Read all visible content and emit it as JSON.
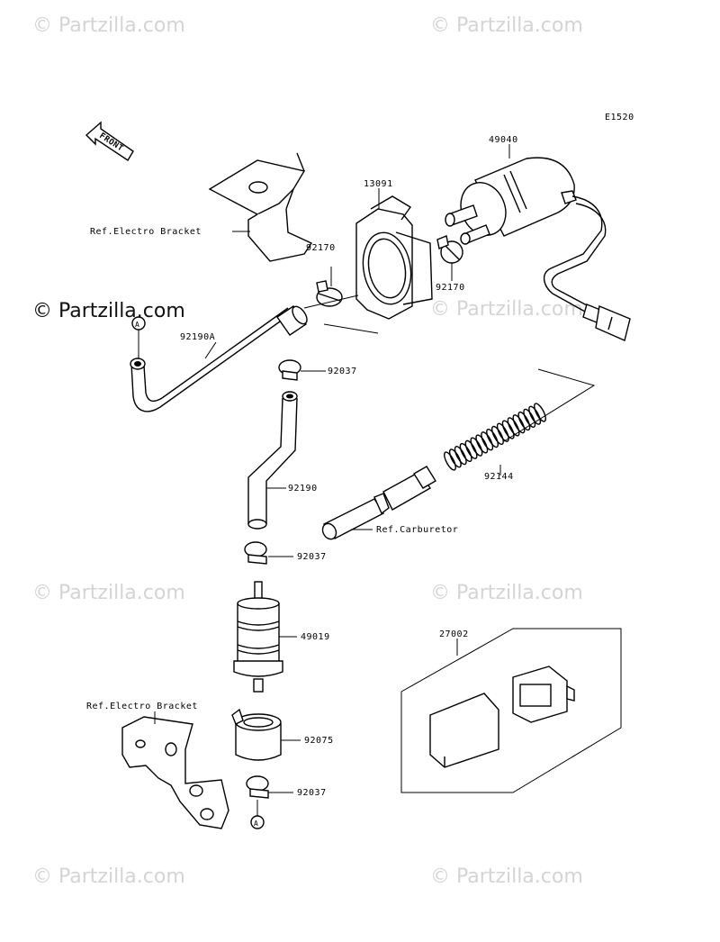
{
  "watermarks": {
    "small": "© Partzilla.com",
    "main": "© Partzilla.com"
  },
  "diagram_code": "E1520",
  "front_arrow": "FRONT",
  "callouts": {
    "pump": "49040",
    "pump_bracket": "13091",
    "electro_bracket_top": "Ref.Electro Bracket",
    "clamp_left": "92170",
    "clamp_right": "92170",
    "hose_a": "92190A",
    "clip_1": "92037",
    "hose": "92190",
    "spring": "92144",
    "carburetor": "Ref.Carburetor",
    "clip_2": "92037",
    "filter": "49019",
    "relay_kit": "27002",
    "electro_bracket_bottom": "Ref.Electro Bracket",
    "filter_holder": "92075",
    "clip_3": "92037",
    "marker_a": "A"
  }
}
